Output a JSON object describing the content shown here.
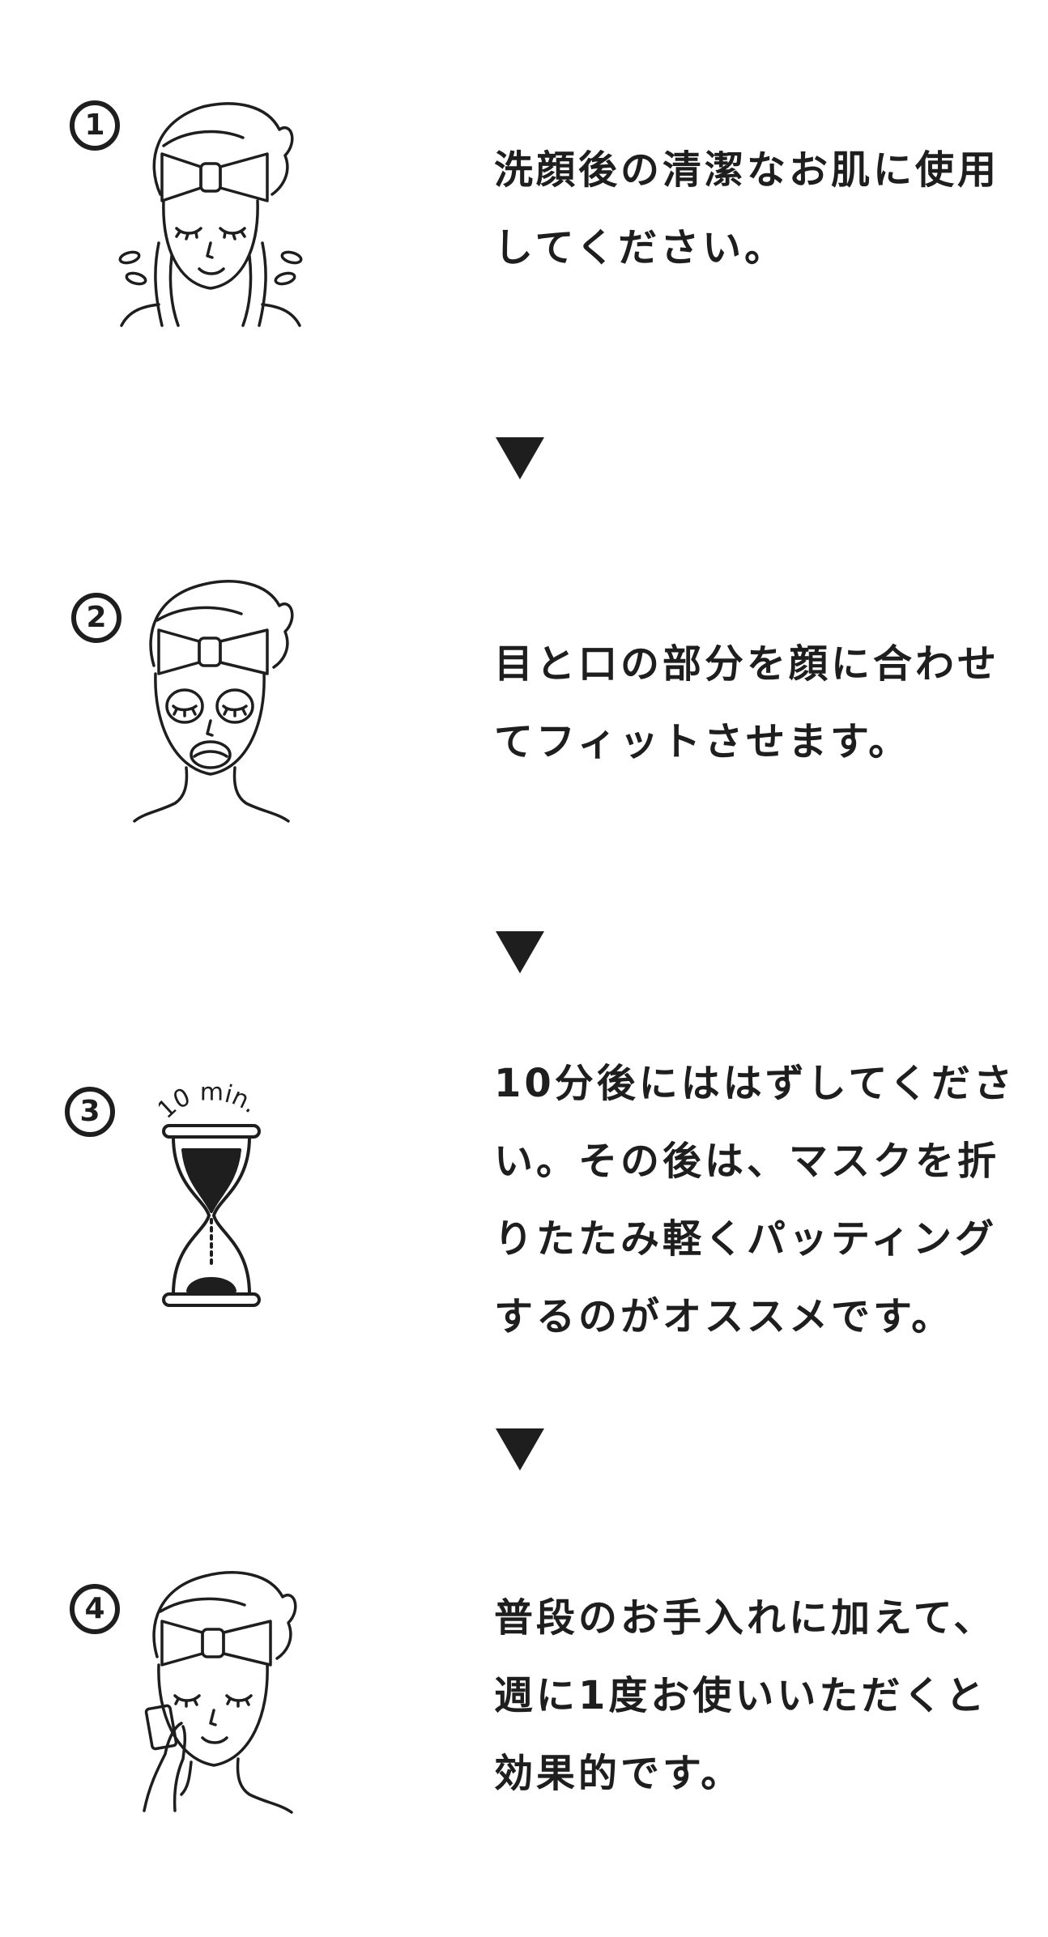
{
  "steps": [
    {
      "number": "1",
      "icon": "face-hands-icon",
      "text": "洗顔後の清潔なお肌に使用\nしてください。"
    },
    {
      "number": "2",
      "icon": "face-mask-icon",
      "text": "目と口の部分を顔に合わせ\nてフィットさせます。"
    },
    {
      "number": "3",
      "icon": "hourglass-icon",
      "timer_label": "10 min.",
      "text": "10分後にははずしてくださ\nい。その後は、マスクを折\nりたたみ軽くパッティング\nするのがオススメです。"
    },
    {
      "number": "4",
      "icon": "face-cotton-pad-icon",
      "text": "普段のお手入れに加えて、\n週に1度お使いいただくと\n効果的です。"
    }
  ],
  "arrow_icon": "down-triangle-icon"
}
